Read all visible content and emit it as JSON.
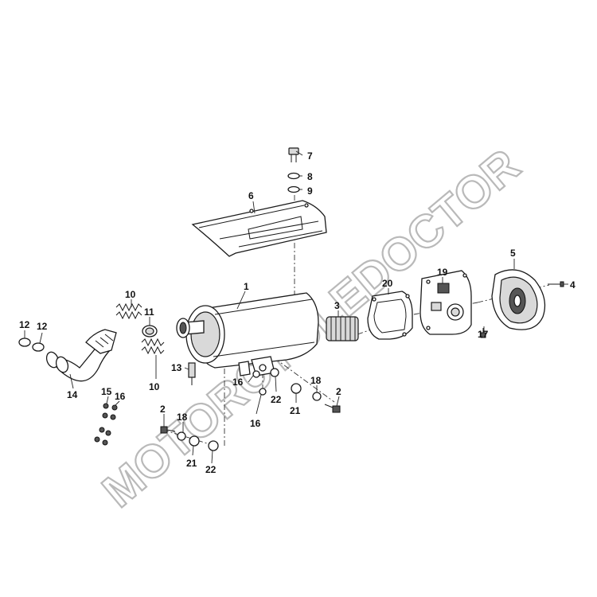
{
  "watermark": "MOTORCYCLEDOCTOR",
  "callouts": [
    {
      "id": "c1",
      "text": "1"
    },
    {
      "id": "c2a",
      "text": "2"
    },
    {
      "id": "c2b",
      "text": "2"
    },
    {
      "id": "c3",
      "text": "3"
    },
    {
      "id": "c4",
      "text": "4"
    },
    {
      "id": "c5",
      "text": "5"
    },
    {
      "id": "c6",
      "text": "6"
    },
    {
      "id": "c7",
      "text": "7"
    },
    {
      "id": "c8",
      "text": "8"
    },
    {
      "id": "c9",
      "text": "9"
    },
    {
      "id": "c10a",
      "text": "10"
    },
    {
      "id": "c10b",
      "text": "10"
    },
    {
      "id": "c11",
      "text": "11"
    },
    {
      "id": "c12a",
      "text": "12"
    },
    {
      "id": "c12b",
      "text": "12"
    },
    {
      "id": "c13",
      "text": "13"
    },
    {
      "id": "c14",
      "text": "14"
    },
    {
      "id": "c15",
      "text": "15"
    },
    {
      "id": "c16a",
      "text": "16"
    },
    {
      "id": "c16b",
      "text": "16"
    },
    {
      "id": "c16c",
      "text": "16"
    },
    {
      "id": "c17",
      "text": "17"
    },
    {
      "id": "c18a",
      "text": "18"
    },
    {
      "id": "c18b",
      "text": "18"
    },
    {
      "id": "c19",
      "text": "19"
    },
    {
      "id": "c20",
      "text": "20"
    },
    {
      "id": "c21a",
      "text": "21"
    },
    {
      "id": "c21b",
      "text": "21"
    },
    {
      "id": "c22a",
      "text": "22"
    },
    {
      "id": "c22b",
      "text": "22"
    }
  ]
}
